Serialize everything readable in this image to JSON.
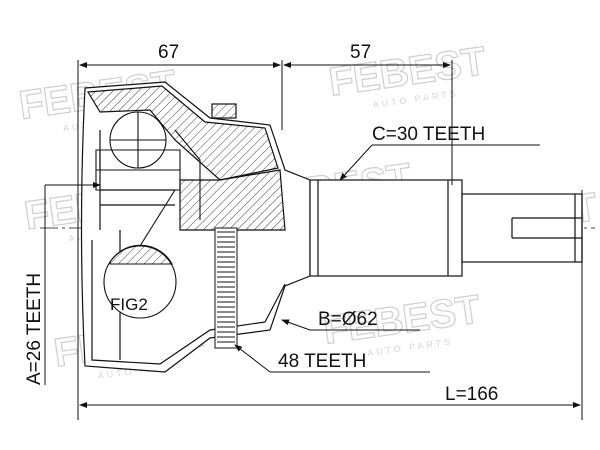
{
  "watermark": {
    "brand": "FEBEST",
    "sub": "AUTO PARTS"
  },
  "dimensions": {
    "width_left": "67",
    "width_right": "57",
    "total_length": "L=166"
  },
  "callouts": {
    "shaft_spline": "C=30 TEETH",
    "outer_diameter": "B=Ø62",
    "abs_ring": "48 TEETH",
    "inner_spline": "A=26 TEETH",
    "figure_ref": "FIG2"
  },
  "colors": {
    "line": "#111111",
    "watermark": "#cfcfcf"
  }
}
